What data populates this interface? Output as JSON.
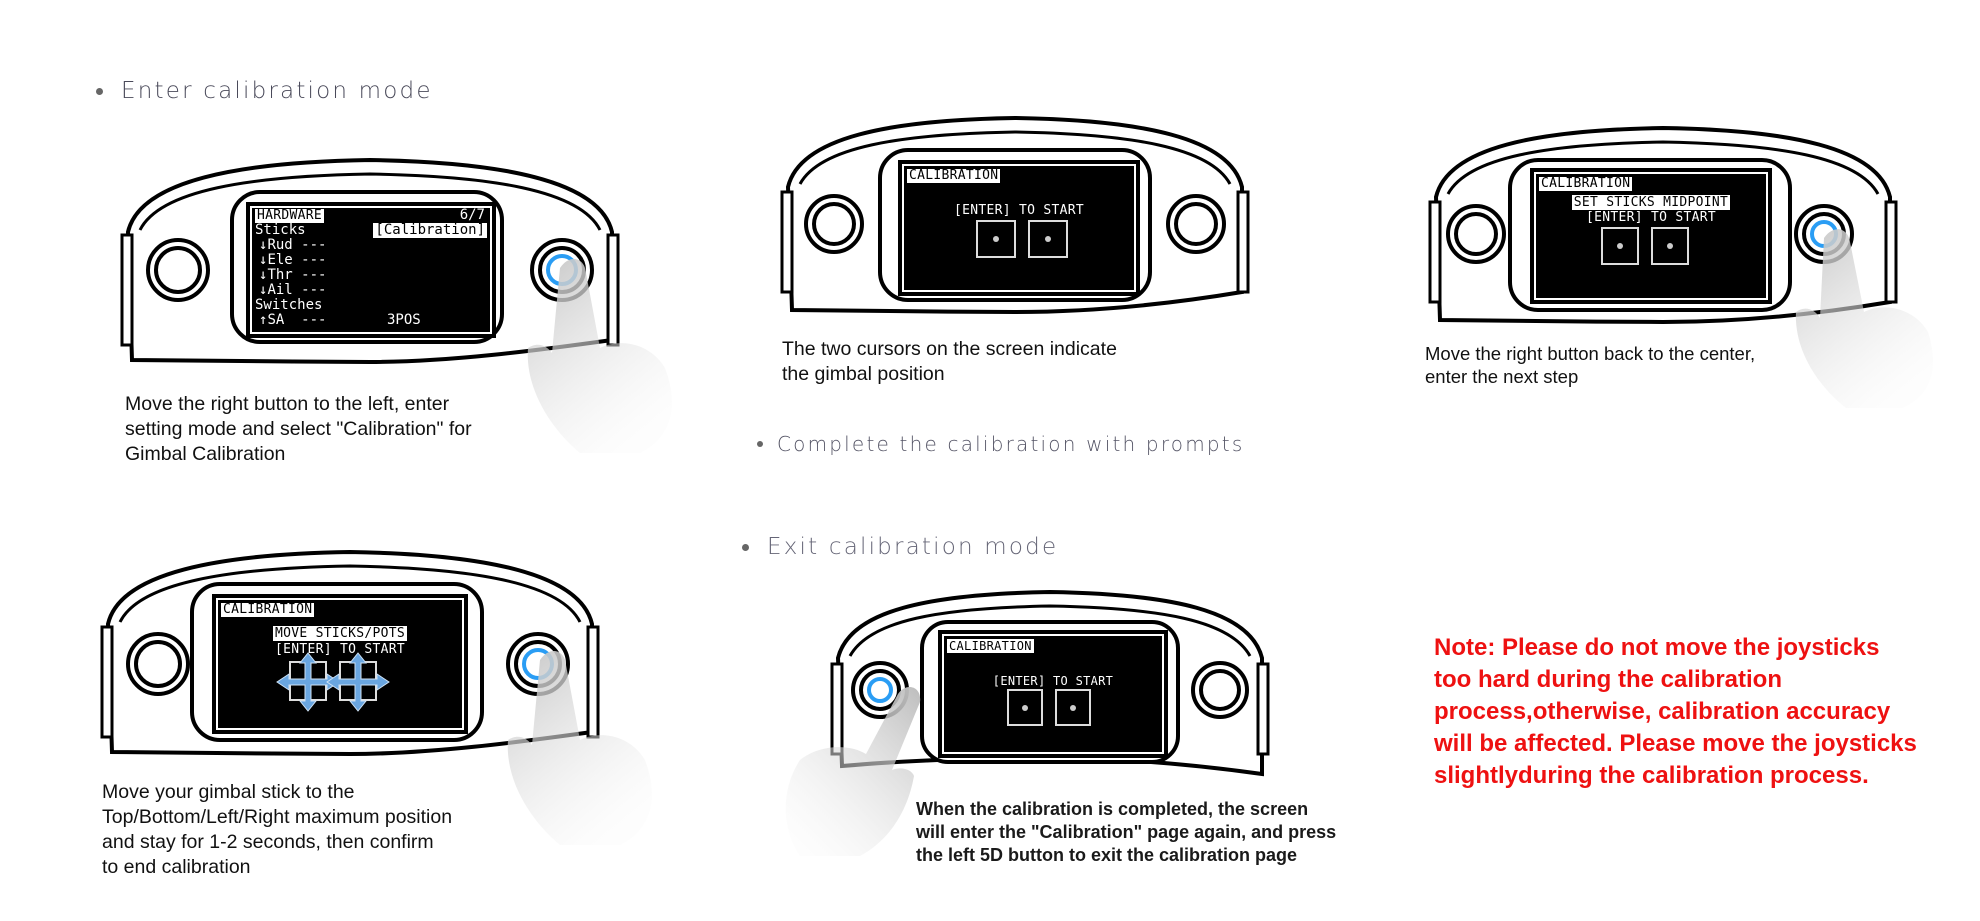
{
  "sections": {
    "enter": {
      "label": "Enter calibration mode"
    },
    "complete": {
      "label": "Complete the calibration with prompts"
    },
    "exit": {
      "label": "Exit calibration mode"
    }
  },
  "steps": [
    {
      "screen": {
        "title": "HARDWARE",
        "page": "6/7",
        "selected": "[Calibration]",
        "rows": [
          {
            "label": "Sticks",
            "value": ""
          },
          {
            "label": "Rud",
            "value": "---",
            "icon": "stick-icon"
          },
          {
            "label": "Ele",
            "value": "---",
            "icon": "stick-icon"
          },
          {
            "label": "Thr",
            "value": "---",
            "icon": "stick-icon"
          },
          {
            "label": "Ail",
            "value": "---",
            "icon": "stick-icon"
          },
          {
            "label": "Switches",
            "value": ""
          },
          {
            "label": "SA",
            "value": "---",
            "extra": "3POS",
            "icon": "switch-icon"
          }
        ]
      },
      "pressed_button": "right",
      "caption": "Move the right button to the left, enter\nsetting mode and select \"Calibration\" for\nGimbal Calibration"
    },
    {
      "screen": {
        "title": "CALIBRATION",
        "prompt": "[ENTER] TO START"
      },
      "pressed_button": "none",
      "caption": "The two cursors on the screen indicate\nthe gimbal position"
    },
    {
      "screen": {
        "title": "CALIBRATION",
        "highlight": "SET STICKS MIDPOINT",
        "prompt": "[ENTER] TO START"
      },
      "pressed_button": "right",
      "caption": "Move the right button back to the center,\nenter the next step"
    },
    {
      "screen": {
        "title": "CALIBRATION",
        "highlight": "MOVE STICKS/POTS",
        "prompt": "[ENTER] TO START"
      },
      "pressed_button": "right",
      "caption": "Move your gimbal stick to the\nTop/Bottom/Left/Right maximum position\nand stay for 1-2 seconds, then confirm\nto end calibration"
    },
    {
      "screen": {
        "title": "CALIBRATION",
        "prompt": "[ENTER] TO START"
      },
      "pressed_button": "left",
      "caption": "When the calibration is completed, the screen\nwill enter the \"Calibration\" page again, and press\nthe left 5D button to exit the calibration page"
    }
  ],
  "note": "Note: Please do not move the joysticks\ntoo hard during the calibration\nprocess,otherwise, calibration accuracy\nwill be affected. Please move the joysticks\nslightlyduring the calibration process.",
  "colors": {
    "note": "#ee1111",
    "accent_button": "#2a9df4",
    "arrow": "#5b9bd5"
  }
}
